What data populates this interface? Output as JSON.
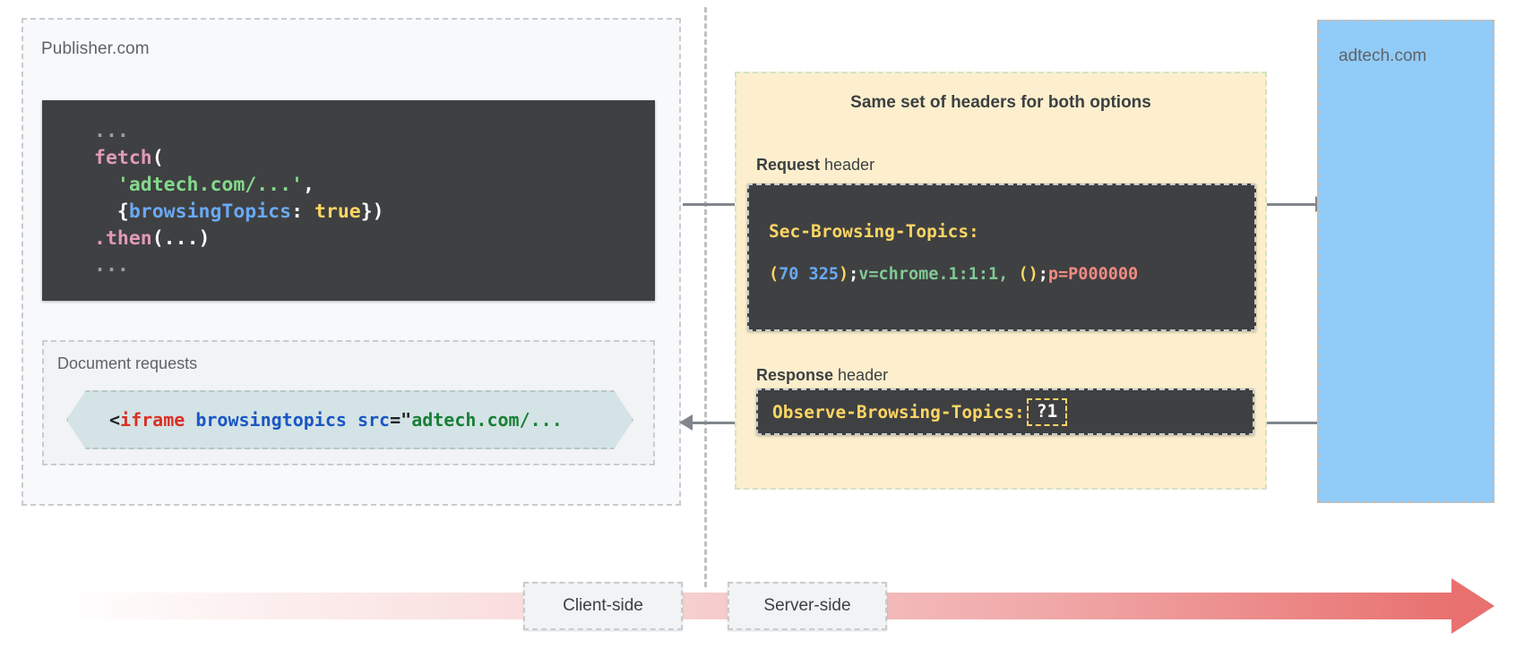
{
  "diagram": {
    "title_center": "Same set of headers for both options",
    "publisher": {
      "label": "Publisher.com",
      "code_lines": [
        {
          "id": "l1",
          "parts": [
            {
              "t": "...",
              "c": "tok-dots"
            }
          ]
        },
        {
          "id": "l2",
          "parts": [
            {
              "t": "fetch",
              "c": "tok-fn"
            },
            {
              "t": "(",
              "c": "tok-paren"
            }
          ]
        },
        {
          "id": "l3",
          "parts": [
            {
              "t": "  ",
              "c": "tok-paren"
            },
            {
              "t": "'adtech.com/...'",
              "c": "tok-str"
            },
            {
              "t": ",",
              "c": "tok-paren"
            }
          ]
        },
        {
          "id": "l4",
          "parts": [
            {
              "t": "  {",
              "c": "tok-brace"
            },
            {
              "t": "browsingTopics",
              "c": "tok-prop"
            },
            {
              "t": ": ",
              "c": "tok-paren"
            },
            {
              "t": "true",
              "c": "tok-bool"
            },
            {
              "t": "})",
              "c": "tok-brace"
            }
          ]
        },
        {
          "id": "l5",
          "parts": [
            {
              "t": ".then",
              "c": "tok-fn"
            },
            {
              "t": "(...)",
              "c": "tok-paren"
            }
          ]
        },
        {
          "id": "l6",
          "parts": [
            {
              "t": "...",
              "c": "tok-dots"
            }
          ]
        }
      ],
      "document_requests": {
        "label": "Document requests",
        "snippet_parts": [
          {
            "t": "<",
            "c": "h-lt"
          },
          {
            "t": "iframe",
            "c": "h-tag"
          },
          {
            "t": " ",
            "c": "h-lt"
          },
          {
            "t": "browsingtopics src",
            "c": "h-attr"
          },
          {
            "t": "=\"",
            "c": "h-q"
          },
          {
            "t": "adtech.com/...",
            "c": "h-val"
          }
        ],
        "snippet_plain": "<iframe browsingtopics src=\"adtech.com/..."
      }
    },
    "headers": {
      "request_caption_bold": "Request",
      "request_caption_rest": " header",
      "request_header_name": "Sec-Browsing-Topics:",
      "request_header_value_plain": "(70 325);v=chrome.1:1:1, ();p=P000000",
      "request_value_parts": [
        {
          "t": "(",
          "c": "v-paren"
        },
        {
          "t": "70 325",
          "c": "v-num"
        },
        {
          "t": ")",
          "c": "v-paren"
        },
        {
          "t": ";",
          "c": "v-semi"
        },
        {
          "t": "v=chrome.1:1:1,",
          "c": "v-chr"
        },
        {
          "t": " ",
          "c": "v-semi"
        },
        {
          "t": "()",
          "c": "v-paren"
        },
        {
          "t": ";",
          "c": "v-semi"
        },
        {
          "t": "p=P000000",
          "c": "v-p"
        }
      ],
      "response_caption_bold": "Response",
      "response_caption_rest": " header",
      "response_header_name": "Observe-Browsing-Topics:",
      "response_header_value": "?1"
    },
    "adtech": {
      "label": "adtech.com"
    },
    "timeline": {
      "client_label": "Client-side",
      "server_label": "Server-side"
    },
    "colors": {
      "headers_panel_bg": "#fdefcd",
      "adtech_panel_bg": "#91cbf7",
      "code_bg": "#3f4042",
      "banner_bg": "#d4e3e5",
      "accent_yellow": "#fdd663",
      "timeline_end": "#e8716f",
      "arrow_gray": "#80868b"
    }
  }
}
